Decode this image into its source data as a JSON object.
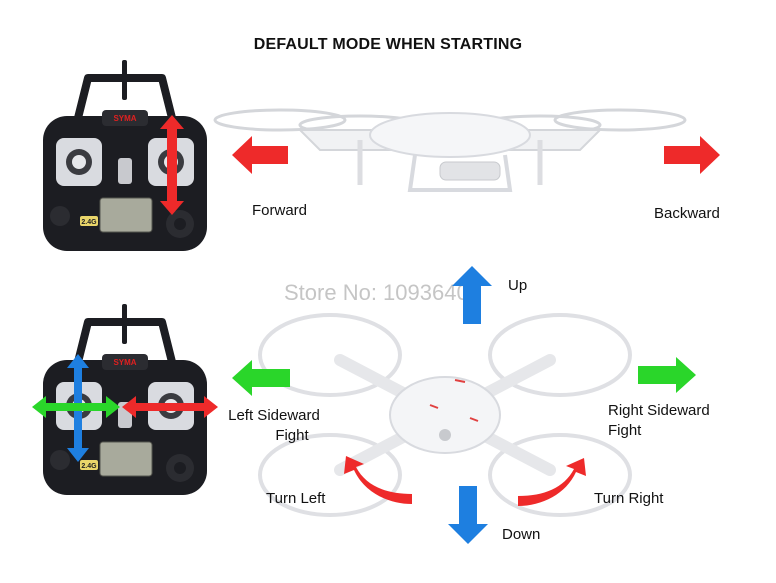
{
  "heading": "DEFAULT MODE WHEN STARTING",
  "watermark": "Store No: 1093640",
  "remote": {
    "brand": "SYMA",
    "frequency": "2.4G"
  },
  "labels": {
    "forward": "Forward",
    "backward": "Backward",
    "up": "Up",
    "down": "Down",
    "left_sideward_line1": "Left Sideward",
    "left_sideward_line2": "Fight",
    "right_sideward_line1": "Right Sideward",
    "right_sideward_line2": "Fight",
    "turn_left": "Turn Left",
    "turn_right": "Turn Right"
  },
  "colors": {
    "red": "#ee2a2a",
    "green": "#2ad62a",
    "blue": "#1e7fe0",
    "remote": "#1c1d22"
  }
}
